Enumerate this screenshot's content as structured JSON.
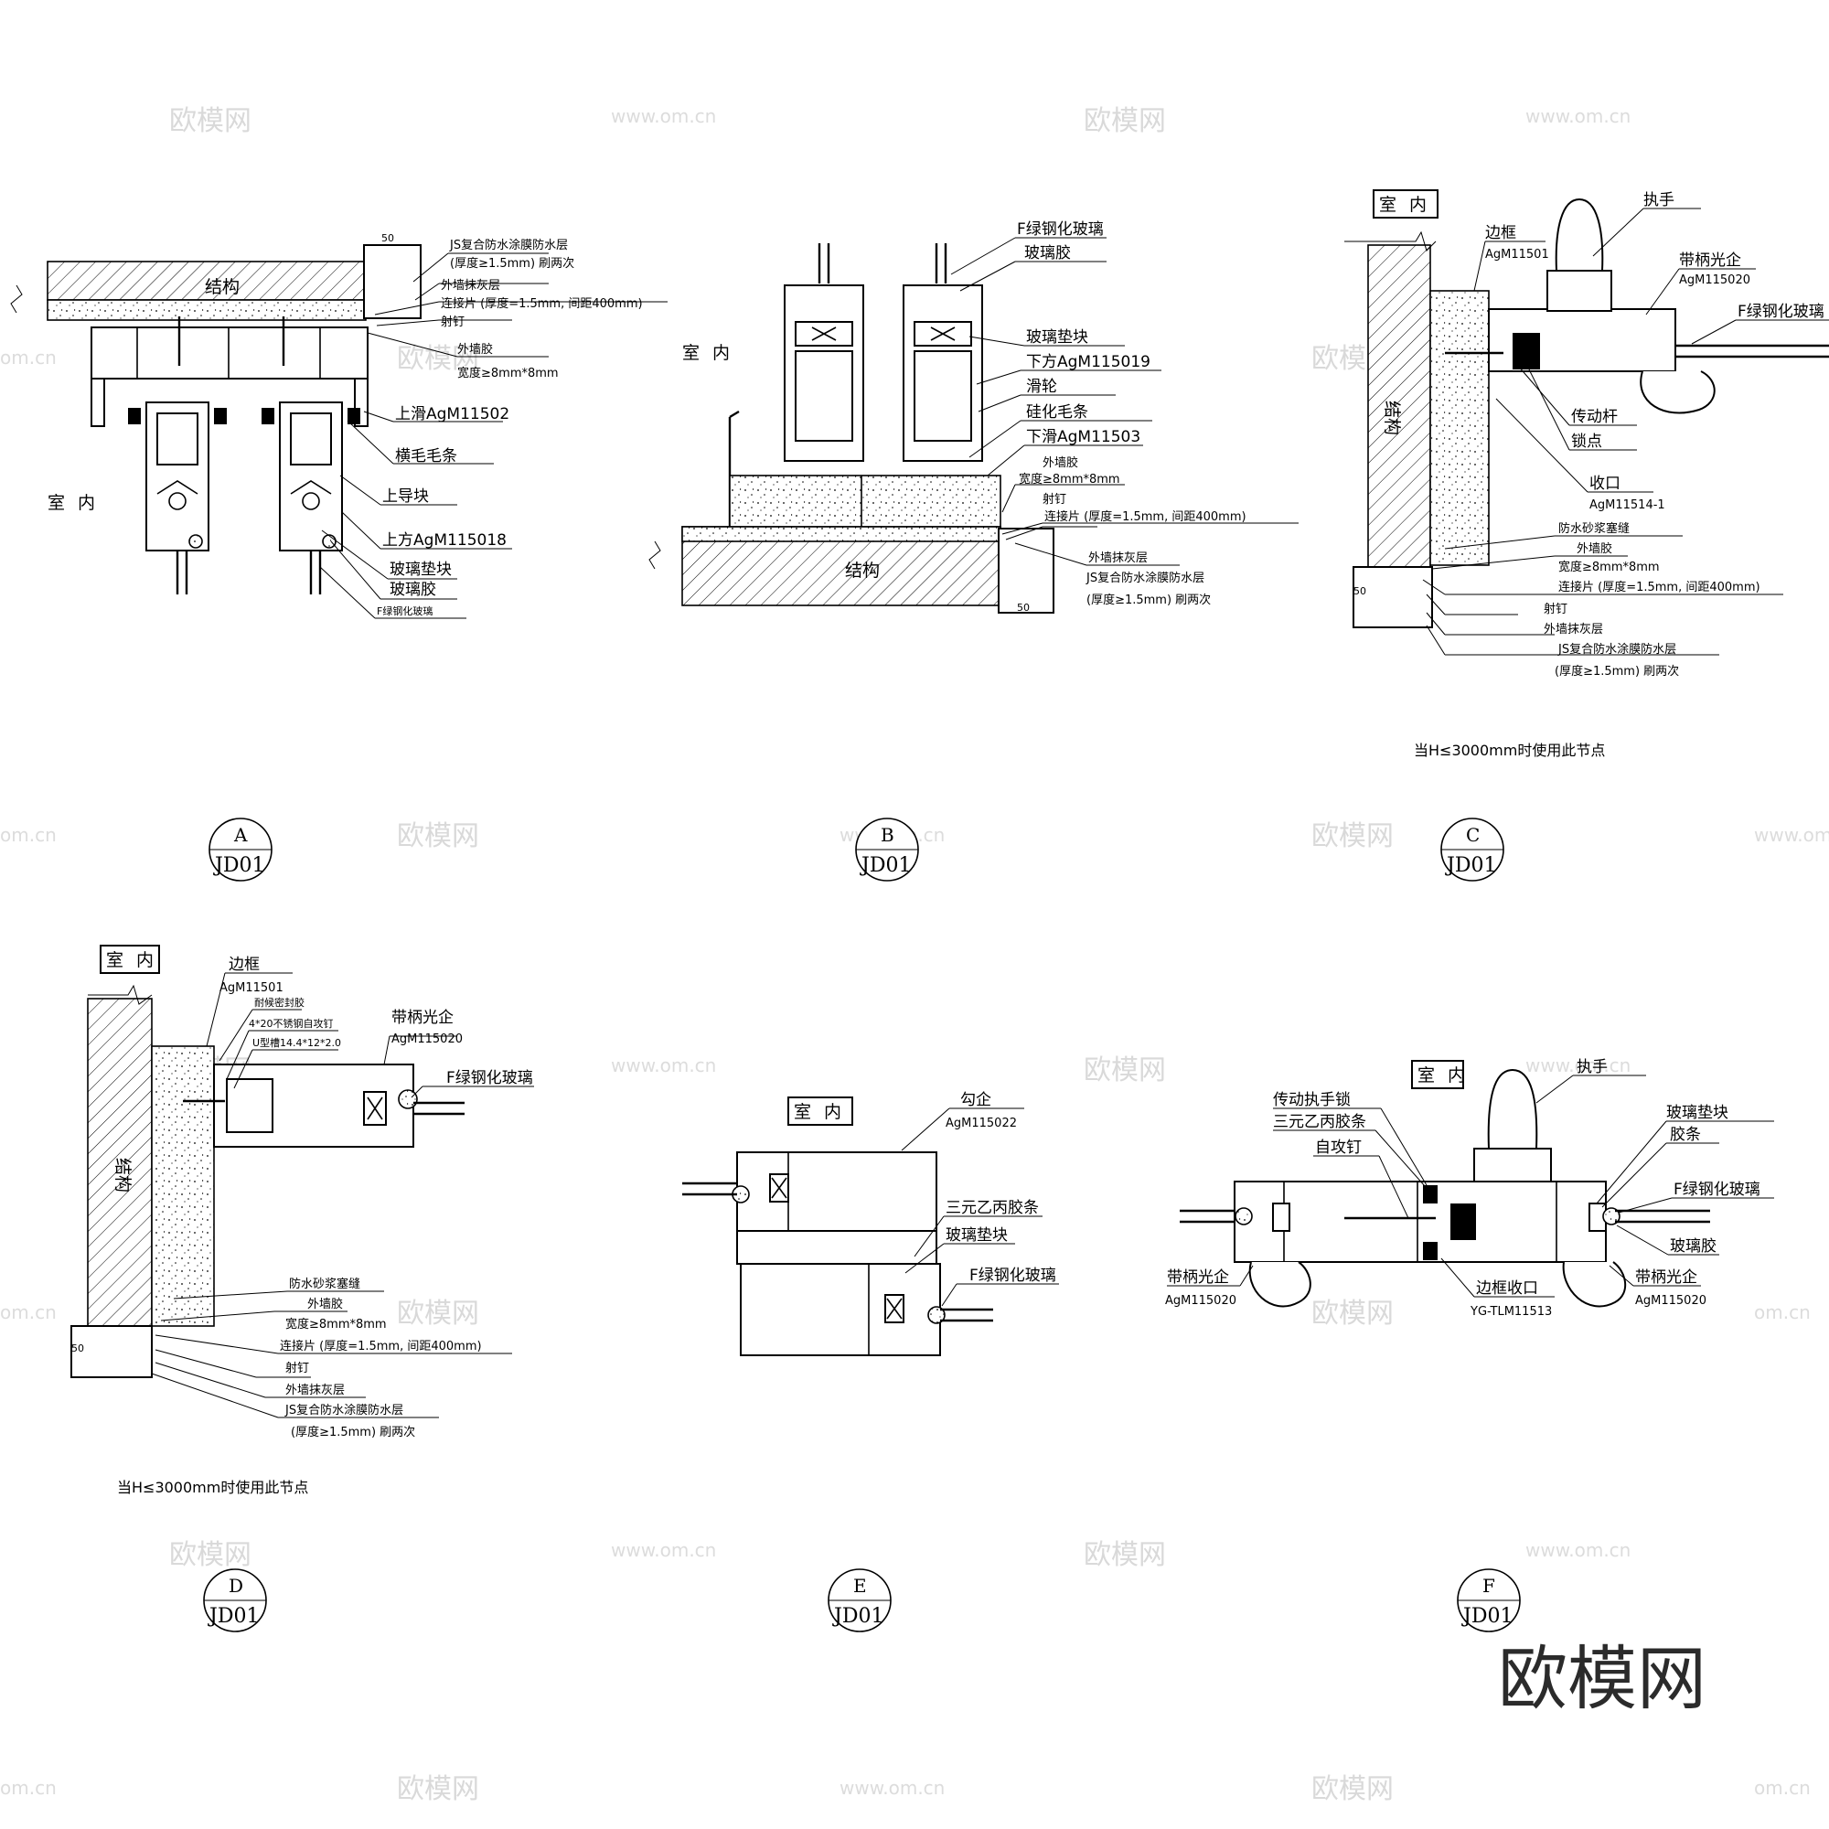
{
  "watermark": {
    "logo_text": "欧模网",
    "url_text": "www.om.cn",
    "url_fragment": "om.cn",
    "brand_big": "欧模网"
  },
  "detail_a": {
    "structure": "结构",
    "room": "室 内",
    "dim": "50",
    "labels": [
      "JS复合防水涂膜防水层",
      "(厚度≥1.5mm) 刷两次",
      "外墙抹灰层",
      "连接片 (厚度=1.5mm, 间距400mm)",
      "射钉",
      "外墙胶",
      "宽度≥8mm*8mm",
      "上滑AgM11502",
      "横毛毛条",
      "上导块",
      "上方AgM115018",
      "玻璃垫块",
      "玻璃胶",
      "F绿钢化玻璃"
    ],
    "bubble_letter": "A",
    "bubble_sheet": "JD01"
  },
  "detail_b": {
    "structure": "结构",
    "room": "室 内",
    "dim": "50",
    "labels": [
      "F绿钢化玻璃",
      "玻璃胶",
      "玻璃垫块",
      "下方AgM115019",
      "滑轮",
      "硅化毛条",
      "下滑AgM11503",
      "外墙胶",
      "宽度≥8mm*8mm",
      "射钉",
      "连接片 (厚度=1.5mm, 间距400mm)",
      "外墙抹灰层",
      "JS复合防水涂膜防水层",
      "(厚度≥1.5mm) 刷两次"
    ],
    "bubble_letter": "B",
    "bubble_sheet": "JD01"
  },
  "detail_c": {
    "structure": "结构",
    "room": "室 内",
    "dim": "50",
    "labels": [
      "执手",
      "边框",
      "AgM11501",
      "带柄光企",
      "AgM115020",
      "F绿钢化玻璃",
      "传动杆",
      "锁点",
      "收口",
      "AgM11514-1",
      "防水砂浆塞缝",
      "外墙胶",
      "宽度≥8mm*8mm",
      "连接片 (厚度=1.5mm, 间距400mm)",
      "射钉",
      "外墙抹灰层",
      "JS复合防水涂膜防水层",
      "(厚度≥1.5mm) 刷两次"
    ],
    "note": "当H≤3000mm时使用此节点",
    "bubble_letter": "C",
    "bubble_sheet": "JD01"
  },
  "detail_d": {
    "structure": "结构",
    "room": "室 内",
    "dim": "50",
    "labels": [
      "边框",
      "AgM11501",
      "耐候密封胶",
      "4*20不锈钢自攻钉",
      "U型槽14.4*12*2.0",
      "带柄光企",
      "AgM115020",
      "F绿钢化玻璃",
      "防水砂浆塞缝",
      "外墙胶",
      "宽度≥8mm*8mm",
      "连接片 (厚度=1.5mm, 间距400mm)",
      "射钉",
      "外墙抹灰层",
      "JS复合防水涂膜防水层",
      "(厚度≥1.5mm) 刷两次"
    ],
    "note": "当H≤3000mm时使用此节点",
    "bubble_letter": "D",
    "bubble_sheet": "JD01"
  },
  "detail_e": {
    "room": "室 内",
    "labels": [
      "勾企",
      "AgM115022",
      "三元乙丙胶条",
      "玻璃垫块",
      "F绿钢化玻璃"
    ],
    "bubble_letter": "E",
    "bubble_sheet": "JD01"
  },
  "detail_f": {
    "room": "室 内",
    "labels": [
      "执手",
      "传动执手锁",
      "三元乙丙胶条",
      "自攻钉",
      "玻璃垫块",
      "胶条",
      "F绿钢化玻璃",
      "玻璃胶",
      "带柄光企",
      "AgM115020",
      "边框收口",
      "YG-TLM11513",
      "带柄光企",
      "AgM115020"
    ],
    "bubble_letter": "F",
    "bubble_sheet": "JD01"
  }
}
